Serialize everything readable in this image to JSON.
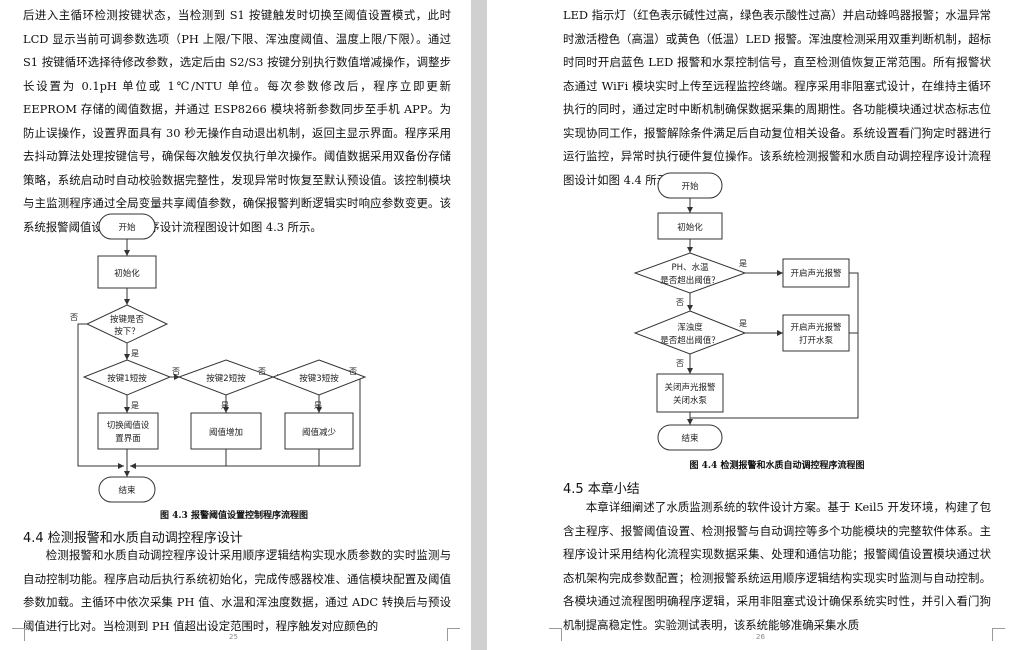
{
  "left_page": {
    "paragraph_1": "后进入主循环检测按键状态，当检测到 S1 按键触发时切换至阈值设置模式，此时 LCD 显示当前可调参数选项（PH 上限/下限、浑浊度阈值、温度上限/下限）。通过 S1 按键循环选择待修改参数，选定后由 S2/S3 按键分别执行数值增减操作，调整步长设置为 0.1pH 单位或 1℃/NTU 单位。每次参数修改后，程序立即更新 EEPROM 存储的阈值数据，并通过 ESP8266 模块将新参数同步至手机 APP。为防止误操作，设置界面具有 30 秒无操作自动退出机制，返回主显示界面。程序采用去抖动算法处理按键信号，确保每次触发仅执行单次操作。阈值数据采用双备份存储策略，系统启动时自动校验数据完整性，发现异常时恢复至默认预设值。该控制模块与主监测程序通过全局变量共享阈值参数，确保报警判断逻辑实时响应参数变更。该系统报警阈值设置控制程序设计流程图设计如图 4.3 所示。",
    "figure_43": {
      "start": "开始",
      "init": "初始化",
      "key_pressed": [
        "按键是否",
        "按下？"
      ],
      "key1": "按键1短按",
      "key2": "按键2短按",
      "key3": "按键3短按",
      "action1": [
        "切换阈值设",
        "置界面"
      ],
      "action2": "阈值增加",
      "action3": "阈值减少",
      "end": "结束",
      "yes": "是",
      "no": "否",
      "caption": "图 4.3 报警阈值设置控制程序流程图"
    },
    "section_44_heading": "4.4 检测报警和水质自动调控程序设计",
    "paragraph_2": "检测报警和水质自动调控程序设计采用顺序逻辑结构实现水质参数的实时监测与自动控制功能。程序启动后执行系统初始化，完成传感器校准、通信模块配置及阈值参数加载。主循环中依次采集 PH 值、水温和浑浊度数据，通过 ADC 转换后与预设阈值进行比对。当检测到 PH 值超出设定范围时，程序触发对应颜色的",
    "page_number": "25"
  },
  "right_page": {
    "paragraph_1": "LED 指示灯（红色表示碱性过高，绿色表示酸性过高）并启动蜂鸣器报警；水温异常时激活橙色（高温）或黄色（低温）LED 报警。浑浊度检测采用双重判断机制，超标时同时开启蓝色 LED 报警和水泵控制信号，直至检测值恢复正常范围。所有报警状态通过 WiFi 模块实时上传至远程监控终端。程序采用非阻塞式设计，在维持主循环执行的同时，通过定时中断机制确保数据采集的周期性。各功能模块通过状态标志位实现协同工作，报警解除条件满足后自动复位相关设备。系统设置看门狗定时器进行运行监控，异常时执行硬件复位操作。该系统检测报警和水质自动调控程序设计流程图设计如图 4.4 所示。",
    "figure_44": {
      "start": "开始",
      "init": "初始化",
      "check1": [
        "PH、水温",
        "是否超出阈值？"
      ],
      "alarm1": "开启声光报警",
      "check2": [
        "浑浊度",
        "是否超出阈值？"
      ],
      "alarm2": [
        "开启声光报警",
        "打开水泵"
      ],
      "off": [
        "关闭声光报警",
        "关闭水泵"
      ],
      "end": "结束",
      "yes": "是",
      "no": "否",
      "caption": "图 4.4 检测报警和水质自动调控程序流程图"
    },
    "section_45_heading": "4.5 本章小结",
    "paragraph_2": "本章详细阐述了水质监测系统的软件设计方案。基于 Keil5 开发环境，构建了包含主程序、报警阈值设置、检测报警与自动调控等多个功能模块的完整软件体系。主程序设计采用结构化流程实现数据采集、处理和通信功能；报警阈值设置模块通过状态机架构完成参数配置；检测报警系统运用顺序逻辑结构实现实时监测与自动控制。各模块通过流程图明确程序逻辑，采用非阻塞式设计确保系统实时性，并引入看门狗机制提高稳定性。实验测试表明，该系统能够准确采集水质",
    "page_number": "26"
  }
}
